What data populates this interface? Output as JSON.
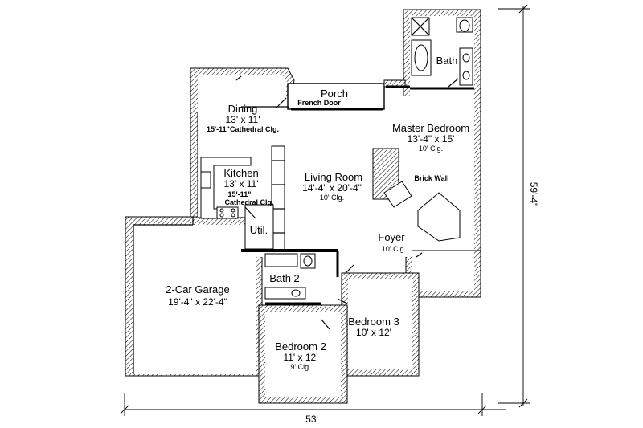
{
  "rooms": {
    "dining": {
      "name": "Dining",
      "size": "13' x 11'",
      "ceiling": "15'-11\"Cathedral Clg."
    },
    "porch": {
      "name": "Porch",
      "door": "French Door"
    },
    "master": {
      "name": "Master Bedroom",
      "size": "13'-4\" x 15'",
      "ceiling": "10' Clg."
    },
    "bath": {
      "name": "Bath"
    },
    "kitchen": {
      "name": "Kitchen",
      "size": "13' x 11'",
      "ceiling": "15'-11\"",
      "ceiling2": "Cathedral Clg."
    },
    "living": {
      "name": "Living Room",
      "size": "14'-4\" x 20'-4\"",
      "ceiling": "10' Clg."
    },
    "brick": {
      "name": "Brick Wall"
    },
    "util": {
      "name": "Util."
    },
    "foyer": {
      "name": "Foyer",
      "ceiling": "10' Clg."
    },
    "garage": {
      "name": "2-Car Garage",
      "size": "19'-4\" x 22'-4\""
    },
    "bath2": {
      "name": "Bath 2"
    },
    "bedroom3": {
      "name": "Bedroom 3",
      "size": "10' x 12'"
    },
    "bedroom2": {
      "name": "Bedroom 2",
      "size": "11' x 12'",
      "ceiling": "9' Clg."
    }
  },
  "dimensions": {
    "width": "53'",
    "depth": "59'-4\""
  }
}
